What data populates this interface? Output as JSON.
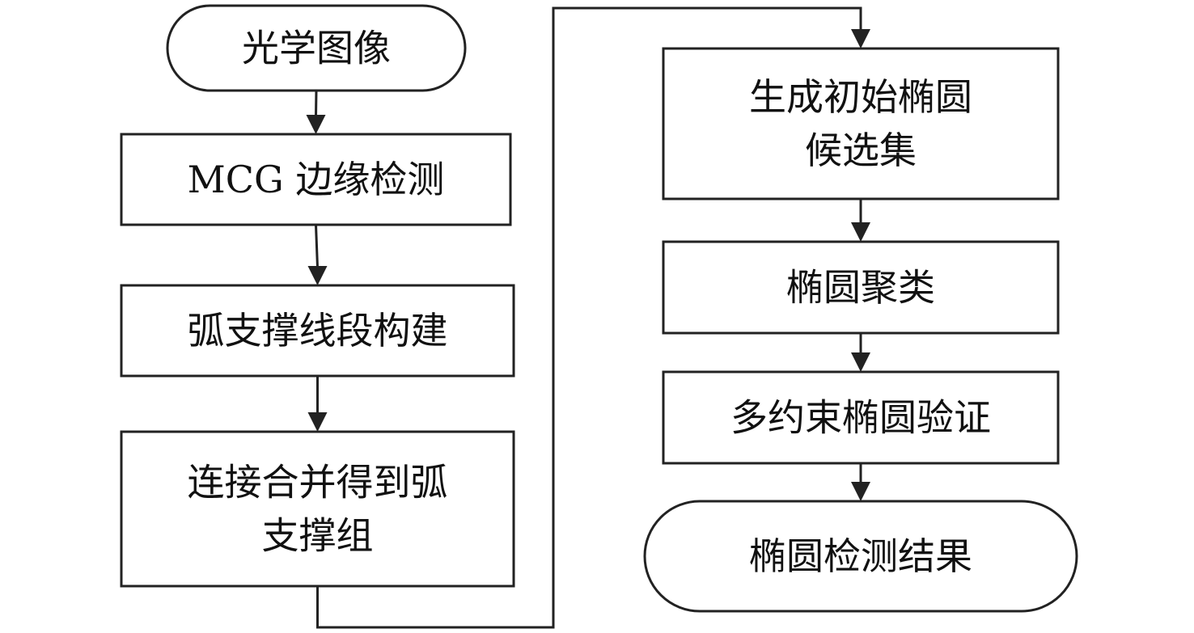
{
  "diagram": {
    "type": "flowchart",
    "nodes": [
      {
        "id": "n1",
        "shape": "terminal",
        "lines": [
          "光学图像"
        ]
      },
      {
        "id": "n2",
        "shape": "process",
        "lines": [
          "MCG 边缘检测"
        ]
      },
      {
        "id": "n3",
        "shape": "process",
        "lines": [
          "弧支撑线段构建"
        ]
      },
      {
        "id": "n4",
        "shape": "process",
        "lines": [
          "连接合并得到弧",
          "支撑组"
        ]
      },
      {
        "id": "n5",
        "shape": "process",
        "lines": [
          "生成初始椭圆",
          "候选集"
        ]
      },
      {
        "id": "n6",
        "shape": "process",
        "lines": [
          "椭圆聚类"
        ]
      },
      {
        "id": "n7",
        "shape": "process",
        "lines": [
          "多约束椭圆验证"
        ]
      },
      {
        "id": "n8",
        "shape": "terminal",
        "lines": [
          "椭圆检测结果"
        ]
      }
    ],
    "edges": [
      {
        "from": "n1",
        "to": "n2"
      },
      {
        "from": "n2",
        "to": "n3"
      },
      {
        "from": "n3",
        "to": "n4"
      },
      {
        "from": "n4",
        "to": "n5"
      },
      {
        "from": "n5",
        "to": "n6"
      },
      {
        "from": "n6",
        "to": "n7"
      },
      {
        "from": "n7",
        "to": "n8"
      }
    ]
  }
}
